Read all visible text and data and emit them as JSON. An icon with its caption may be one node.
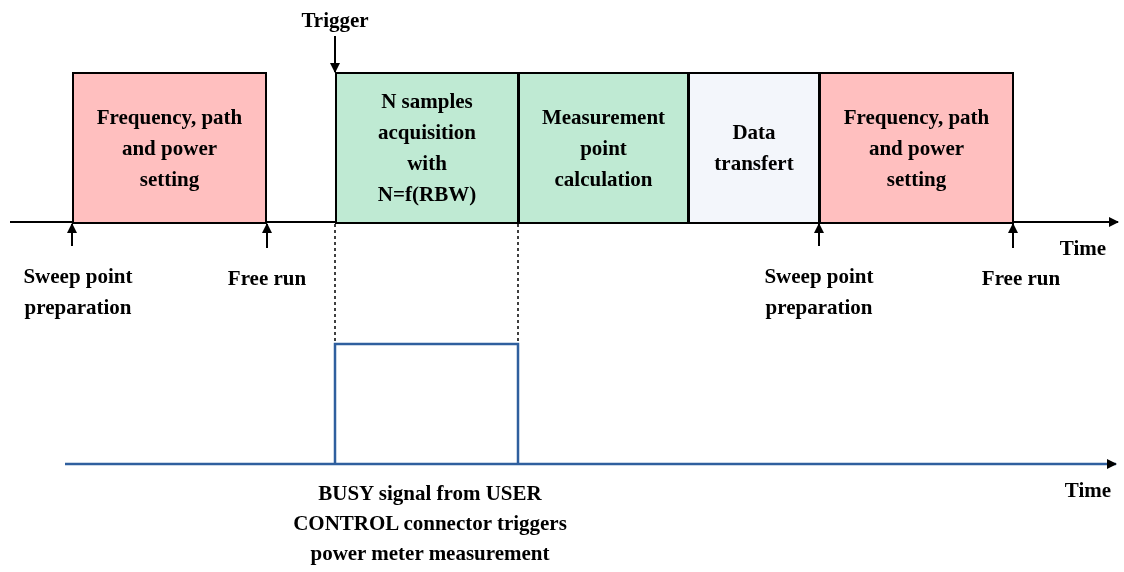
{
  "diagram": {
    "nodes": [
      {
        "text": [
          "Frequency, path and power setting"
        ]
      },
      {
        "text": [
          "N samples acquisition with N=f(RBW)"
        ]
      },
      {
        "text": [
          "Measurement point calculation"
        ]
      },
      {
        "text": [
          "Data transfert"
        ]
      },
      {
        "text": [
          "Frequency, path and power setting"
        ]
      },
      {
        "text": [
          "Trigger"
        ]
      },
      {
        "text": [
          "Sweep point preparation"
        ]
      },
      {
        "text": [
          "Free run"
        ]
      },
      {
        "text": [
          "Sweep point preparation"
        ]
      },
      {
        "text": [
          "Free run"
        ]
      }
    ],
    "edges": [
      {
        "from": 5,
        "to": 1,
        "arrow": "to"
      },
      {
        "from": 6,
        "to": 0,
        "arrow": "to"
      },
      {
        "from": 7,
        "to": 0,
        "arrow": "to"
      },
      {
        "from": 8,
        "to": 3,
        "arrow": "to"
      },
      {
        "from": 9,
        "to": 4,
        "arrow": "to"
      }
    ],
    "labels": [
      "Time",
      "Time",
      "BUSY signal from USER CONTROL connector triggers power meter measurement"
    ]
  }
}
